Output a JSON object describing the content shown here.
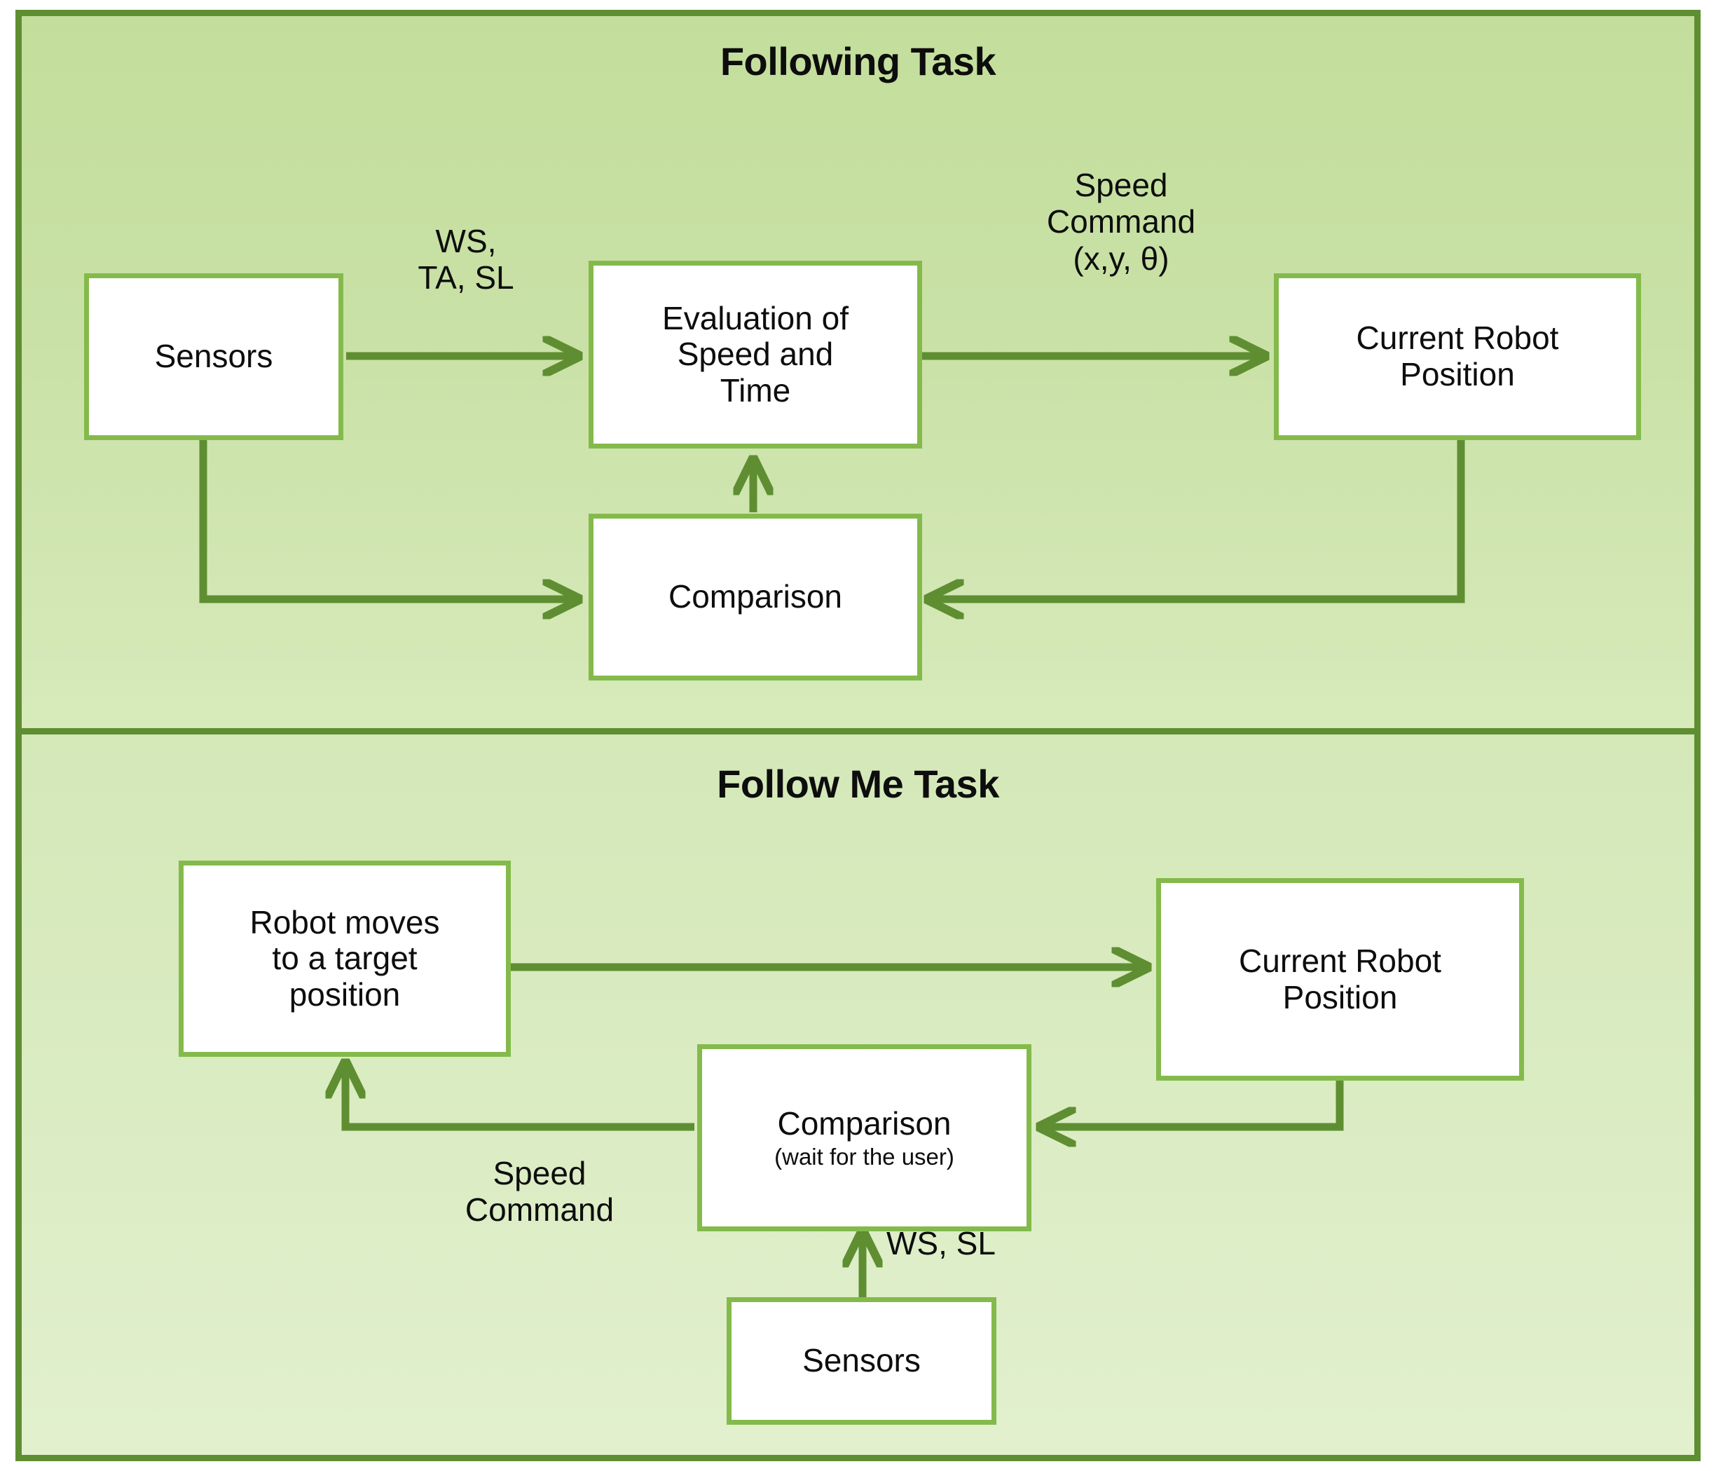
{
  "figure": {
    "accent_border": "#5e8e31",
    "node_border": "#84ba4b",
    "arrow_color": "#5e8e31",
    "panel_top_bg": "#c9e1a6",
    "panel_bottom_bg": "#d9ebc0"
  },
  "panels": [
    {
      "id": "following-task",
      "title": "Following Task",
      "nodes": [
        {
          "id": "sensors-top",
          "label": "Sensors"
        },
        {
          "id": "evaluation",
          "label": "Evaluation of\nSpeed and\nTime"
        },
        {
          "id": "current-robot-position-top",
          "label": "Current Robot\nPosition"
        },
        {
          "id": "comparison-top",
          "label": "Comparison"
        }
      ],
      "edge_labels": [
        {
          "id": "ws-ta-sl",
          "text": "WS,\nTA, SL"
        },
        {
          "id": "speed-command-xytheta",
          "text": "Speed\nCommand\n(x,y, θ)"
        }
      ],
      "edges": [
        {
          "from": "sensors-top",
          "to": "evaluation",
          "label": "WS,\nTA, SL"
        },
        {
          "from": "evaluation",
          "to": "current-robot-position-top",
          "label": "Speed\nCommand\n(x,y, θ)"
        },
        {
          "from": "sensors-top",
          "to": "comparison-top",
          "label": ""
        },
        {
          "from": "current-robot-position-top",
          "to": "comparison-top",
          "label": ""
        },
        {
          "from": "comparison-top",
          "to": "evaluation",
          "label": ""
        }
      ]
    },
    {
      "id": "follow-me-task",
      "title": "Follow Me Task",
      "nodes": [
        {
          "id": "robot-moves",
          "label": "Robot moves\nto a target\nposition"
        },
        {
          "id": "current-robot-position-bottom",
          "label": "Current Robot\nPosition"
        },
        {
          "id": "comparison-bottom",
          "label": "Comparison",
          "sublabel": "(wait for the user)"
        },
        {
          "id": "sensors-bottom",
          "label": "Sensors"
        }
      ],
      "edge_labels": [
        {
          "id": "speed-command",
          "text": "Speed\nCommand"
        },
        {
          "id": "ws-sl",
          "text": "WS, SL"
        }
      ],
      "edges": [
        {
          "from": "robot-moves",
          "to": "current-robot-position-bottom",
          "label": ""
        },
        {
          "from": "current-robot-position-bottom",
          "to": "comparison-bottom",
          "label": ""
        },
        {
          "from": "comparison-bottom",
          "to": "robot-moves",
          "label": "Speed\nCommand"
        },
        {
          "from": "sensors-bottom",
          "to": "comparison-bottom",
          "label": "WS, SL"
        }
      ]
    }
  ]
}
